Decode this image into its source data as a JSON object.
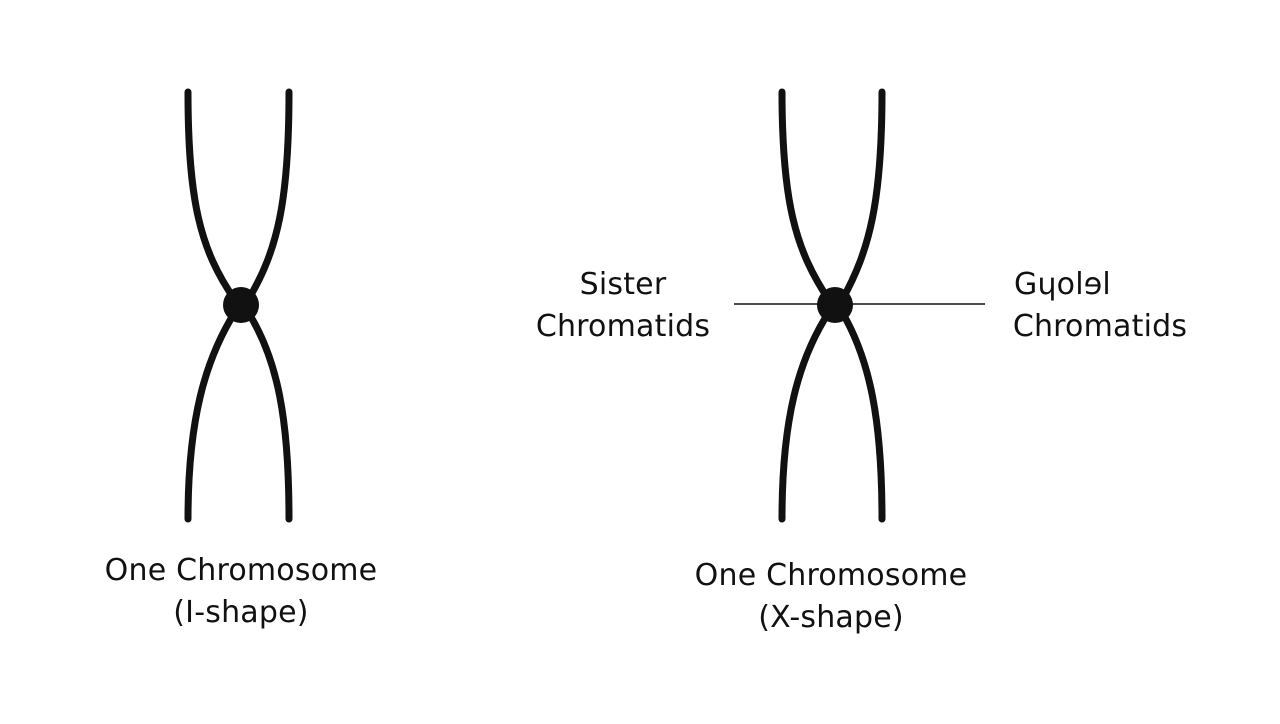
{
  "diagram": {
    "colors": {
      "background": "#ffffff",
      "stroke": "#111111",
      "text": "#111111"
    },
    "left_figure": {
      "caption_line1": "One Chromosome",
      "caption_line2": "(I-shape)"
    },
    "right_figure": {
      "caption_line1": "One Chromosome",
      "caption_line2": "(X-shape)",
      "left_callout": {
        "line1": "Sister",
        "line2": "Chromatids"
      },
      "right_callout": {
        "line1": "Gɥolɘl",
        "line2": "Chromatids"
      }
    }
  }
}
